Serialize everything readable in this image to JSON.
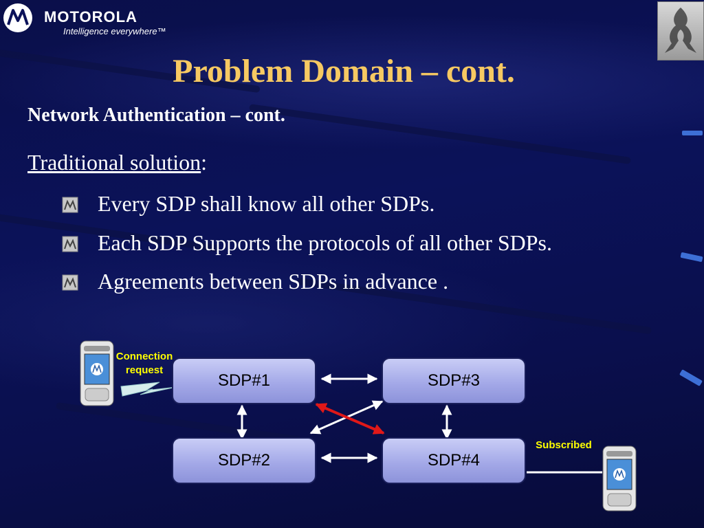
{
  "header": {
    "brand": "MOTOROLA",
    "tagline": "Intelligence everywhere™"
  },
  "slide": {
    "title": "Problem Domain – cont.",
    "subtitle": "Network Authentication – cont.",
    "section_label": "Traditional solution",
    "section_colon": ":",
    "bullets": [
      "Every SDP shall know all other SDPs.",
      "Each SDP Supports the protocols of all other SDPs.",
      "Agreements between SDPs in advance ."
    ]
  },
  "diagram": {
    "nodes": [
      "SDP#1",
      "SDP#3",
      "SDP#2",
      "SDP#4"
    ],
    "connection_label_1": "Connection",
    "connection_label_2": "request",
    "subscribed_label": "Subscribed"
  },
  "colors": {
    "title": "#f7c962",
    "label": "#ffff00",
    "highlight_arrow": "#e01818"
  },
  "icons": [
    "motorola-logo-icon",
    "corner-logo-icon",
    "bullet-icon",
    "mobile-phone-icon"
  ]
}
